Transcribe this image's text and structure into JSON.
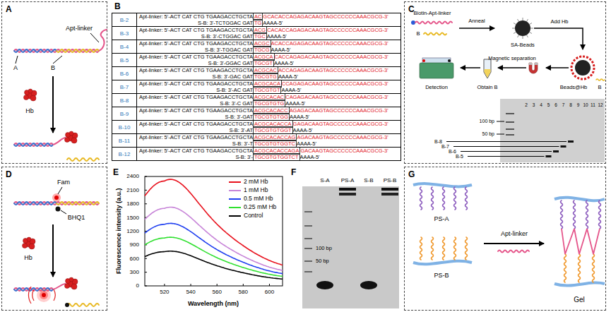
{
  "diagram": {
    "nodes": [
      {
        "text": [
          "A"
        ]
      },
      {
        "text": [
          "C"
        ]
      },
      {
        "text": [
          "D"
        ]
      },
      {
        "text": [
          "G"
        ]
      }
    ],
    "labels": [
      "Apt-linker",
      "A",
      "B",
      "Hb",
      "B",
      "B-2",
      "Apt-linker: 5'-ACT CAT CTG TGAAGACCTGCTA",
      "AC",
      "GCACACCAGAGACAAGTAGCCCCCCAAACGCG-3'",
      "S-B: 3'-TCTGGAC GAT",
      "TG",
      "AAAA-5'",
      "B-3",
      "Apt-linker: 5'-ACT CAT CTG TGAAGACCTGCTA",
      "ACG",
      "CACACCAGAGACAAGTAGCCCCCCAAACGCG-3'",
      "S-B: 3'-CTGGAC GAT",
      "TGC",
      "AAAA-5'",
      "B-4",
      "Apt-linker: 5'-ACT CAT CTG TGAAGACCTGCTA",
      "ACGC",
      "ACACCAGAGACAAGTAGCCCCCCAAACGCG-3'",
      "S-B: 3'-TGGAC GAT",
      "TGCG",
      "AAAA-5'",
      "B-5",
      "Apt-linker: 5'-ACT CAT CTG TGAAGACCTGCTA",
      "ACGCA",
      "CACCAGAGACAAGTAGCCCCCCAAACGCG-3'",
      "S-B: 3'-GGAC GAT",
      "TGCGT",
      "AAAA-5'",
      "B-6",
      "Apt-linker: 5'-ACT CAT CTG TGAAGACCTGCTA",
      "ACGCAC",
      "ACCAGAGACAAGTAGCCCCCCAAACGCG-3'",
      "S-B: 3'-GAC GAT",
      "TGCGTG",
      "AAAA-5'",
      "B-7",
      "Apt-linker: 5'-ACT CAT CTG TGAAGACCTGCTA",
      "ACGCACA",
      "CCAGAGACAAGTAGCCCCCCAAACGCG-3'",
      "S-B: 3'-AC GAT",
      "TGCGTGT",
      "AAAA-5'",
      "B-8",
      "Apt-linker: 5'-ACT CAT CTG TGAAGACCTGCTA",
      "ACGCACAC",
      "CAGAGACAAGTAGCCCCCCAAACGCG-3'",
      "S-B: 3'-C GAT",
      "TGCGTGTG",
      "AAAA-5'",
      "B-9",
      "Apt-linker: 5'-ACT CAT CTG TGAAGACCTGCTA",
      "ACGCACACC",
      "AGAGACAAGTAGCCCCCCAAACGCG-3'",
      "S-B: 3'-GAT",
      "TGCGTGTGG",
      "AAAA-5'",
      "B-10",
      "Apt-linker: 5'-ACT CAT CTG TGAAGACCTGCTA",
      "ACGCACACCA",
      "GAGACAAGTAGCCCCCCAAACGCG-3'",
      "S-B: 3'-AT",
      "TGCGTGTGGT",
      "AAAA-5'",
      "B-11",
      "Apt-linker: 5'-ACT CAT CTG TGAAGACCTGCTA",
      "ACGCACACCAG",
      "AGACAAGTAGCCCCCCAAACGCG-3'",
      "S-B: 3'-T",
      "TGCGTGTGGTC",
      "AAAA-5'",
      "B-12",
      "Apt-linker: 5'-ACT CAT CTG TGAAGACCTGCTA",
      "ACGCACACCAGA",
      "GACAAGTAGCCCCCCAAACGCG-3'",
      "S-B: 3'-",
      "TGCGTGTGGTCT",
      "AAAA-5'",
      "Biotin-Apt-linker",
      "B",
      "Anneal",
      "SA-Beads",
      "Add Hb",
      "Beads@Hb",
      "B",
      "Magnetic separation",
      "Obtain B",
      "Detection",
      "2",
      "3",
      "4",
      "5",
      "6",
      "7",
      "8",
      "9",
      "10",
      "11",
      "12",
      "100 bp",
      "50 bp",
      "B-8",
      "B-7",
      "B-6",
      "B-5",
      "Fam",
      "BHQ1",
      "Hb",
      "E",
      "Fluorescence intensity (a.u.)",
      "0",
      "300",
      "600",
      "900",
      "1200",
      "1500",
      "1800",
      "2100",
      "2400",
      "520",
      "540",
      "560",
      "580",
      "600",
      "Wavelength (nm)",
      "F",
      "S-A",
      "PS-A",
      "S-B",
      "PS-B",
      "100 bp",
      "50 bp",
      "PS-A",
      "PS-B",
      "Apt-linker",
      "Gel"
    ],
    "legend": [
      {
        "text": "2 mM Hb"
      },
      {
        "text": "1 mM Hb"
      },
      {
        "text": "0.5 mM Hb"
      },
      {
        "text": "0.25 mM Hb"
      },
      {
        "text": "Control"
      }
    ]
  }
}
